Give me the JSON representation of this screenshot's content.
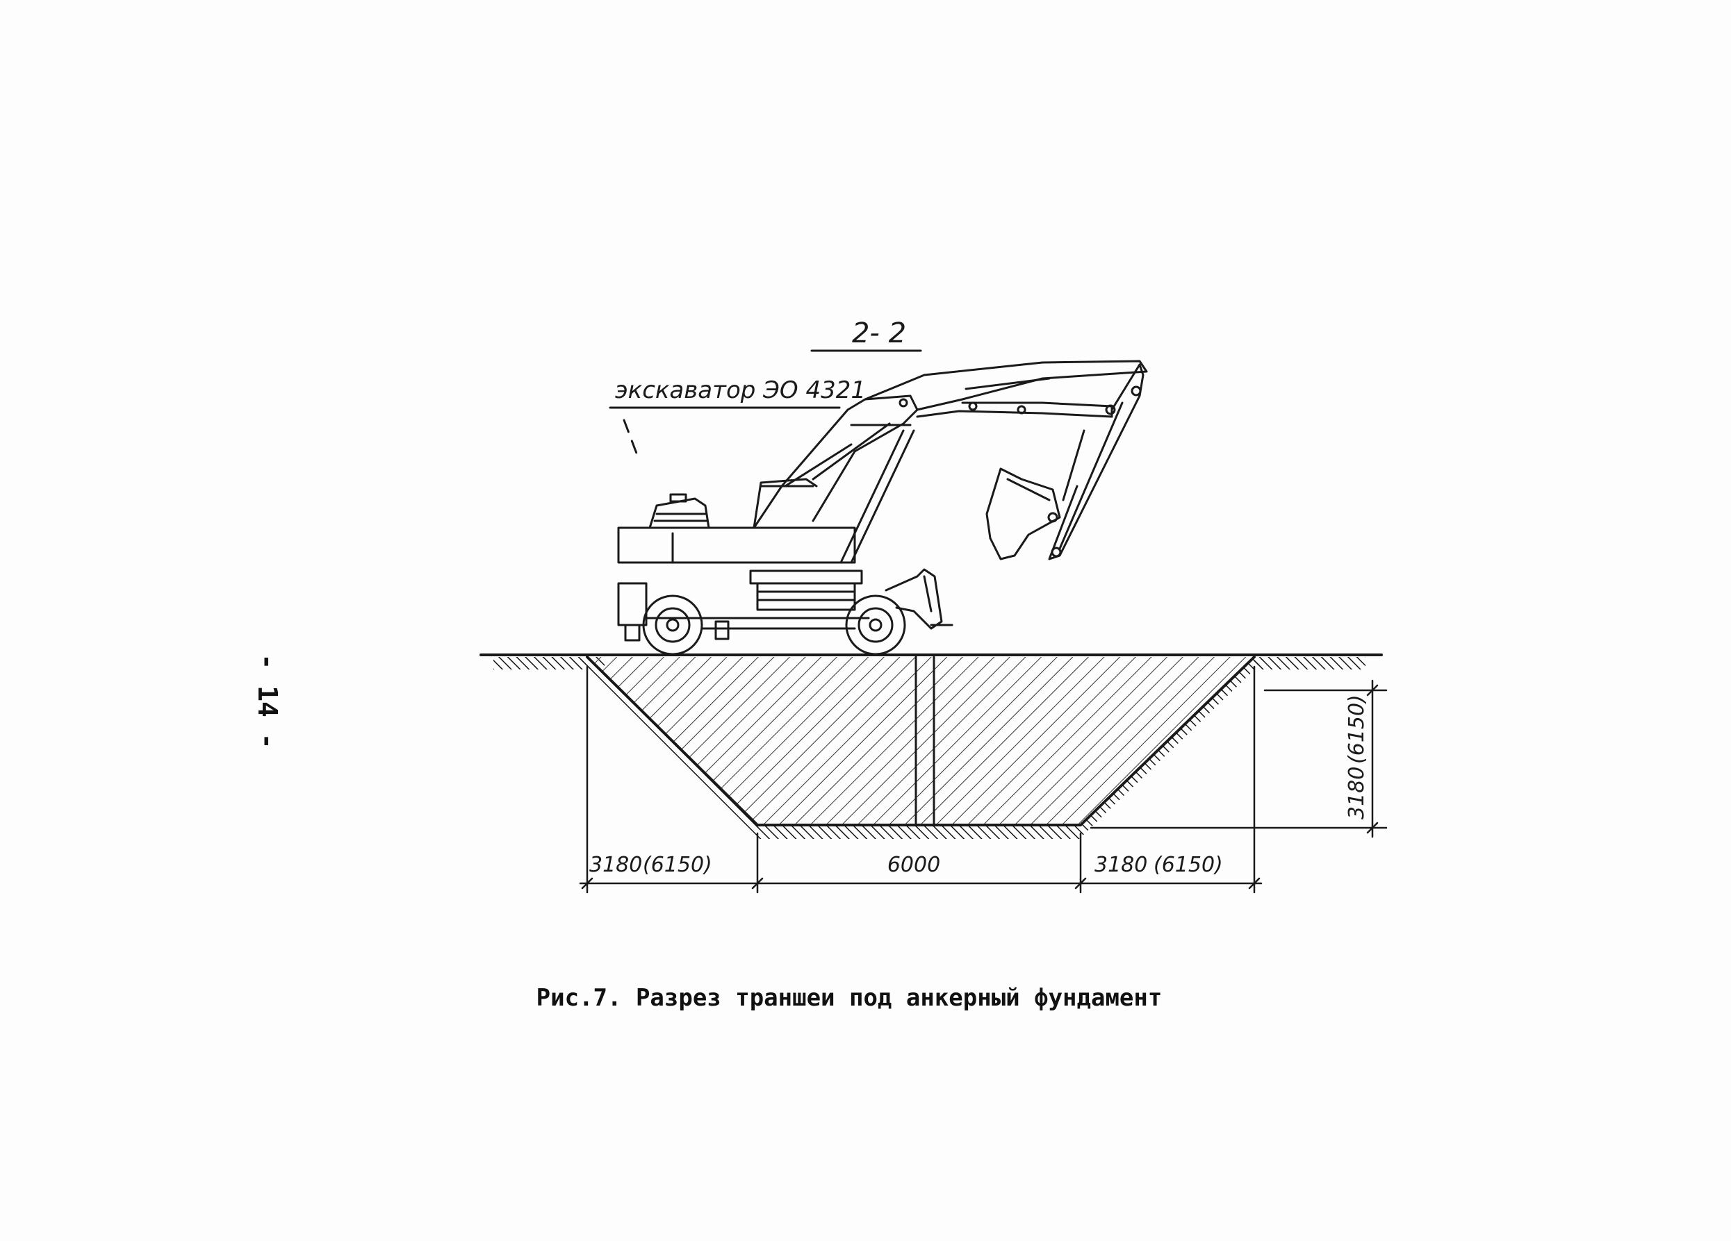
{
  "page": {
    "number": "- 14 -"
  },
  "section": {
    "label": "2- 2"
  },
  "excavator": {
    "label": "экскаватор  ЭО 4321"
  },
  "dimensions": {
    "left_top": "3180",
    "left_top_alt": "(6150)",
    "bottom_width": "6000",
    "right_top": "3180",
    "right_top_alt": "(6150)",
    "depth": "3180",
    "depth_alt": "(6150)"
  },
  "caption": {
    "text": "Рис.7. Разрез траншеи под анкерный фундамент"
  }
}
